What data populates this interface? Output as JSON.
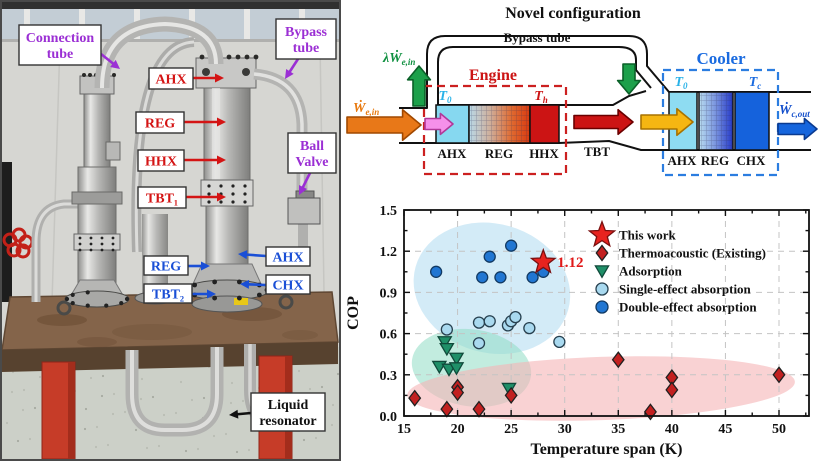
{
  "photo": {
    "caption": "experimental thermoacoustic apparatus",
    "label_colors": {
      "purple": "#9b2fd4",
      "red": "#d41414",
      "blue": "#1a4fd6",
      "black": "#111111"
    },
    "labels": [
      {
        "id": "connection-tube",
        "text": "Connection\ntube",
        "color": "purple"
      },
      {
        "id": "bypass-tube-photo",
        "text": "Bypass\ntube",
        "color": "purple"
      },
      {
        "id": "ahx-engine",
        "text": "AHX",
        "color": "red"
      },
      {
        "id": "reg-engine",
        "text": "REG",
        "color": "red"
      },
      {
        "id": "hhx-engine",
        "text": "HHX",
        "color": "red"
      },
      {
        "id": "tbt-1",
        "text": "TBT₁",
        "color": "red"
      },
      {
        "id": "ball-valve",
        "text": "Ball\nValve",
        "color": "purple"
      },
      {
        "id": "reg-cooler",
        "text": "REG",
        "color": "blue"
      },
      {
        "id": "ahx-cooler",
        "text": "AHX",
        "color": "blue"
      },
      {
        "id": "tbt-2",
        "text": "TBT₂",
        "color": "blue"
      },
      {
        "id": "chx-cooler",
        "text": "CHX",
        "color": "blue"
      },
      {
        "id": "liquid-resonator",
        "text": "Liquid\nresonator",
        "color": "black"
      }
    ]
  },
  "diagram": {
    "title": "Novel configuration",
    "bypass_tube_label": "Bypass tube",
    "tbt_label": "TBT",
    "engine": {
      "label": "Engine",
      "components": [
        "AHX",
        "REG",
        "HHX"
      ],
      "t_ambient": {
        "base": "T",
        "sub": "0"
      },
      "t_hot": {
        "base": "T",
        "sub": "h"
      }
    },
    "cooler": {
      "label": "Cooler",
      "components": [
        "AHX",
        "REG",
        "CHX"
      ],
      "t_ambient": {
        "base": "T",
        "sub": "0"
      },
      "t_cold": {
        "base": "T",
        "sub": "c"
      }
    },
    "work_engine_in": {
      "base": "Ẇ",
      "sub": "e,in"
    },
    "work_bypass": {
      "base": "λẆ",
      "sub": "e,in"
    },
    "work_cooling_out": {
      "base": "Ẇ",
      "sub": "c,out"
    },
    "colors": {
      "engine": "#cc1414",
      "cooler": "#1a6be0",
      "t_ambient": "#29b2e8",
      "t_hot": "#cc1414",
      "t_cold": "#1a6be0",
      "work_in": "#e87a10",
      "work_bypass": "#13994a",
      "work_out": "#1550cc"
    }
  },
  "chart_data": {
    "type": "scatter",
    "title": "",
    "xlabel": "Temperature span (K)",
    "ylabel": "COP",
    "xlim": [
      15,
      52.8
    ],
    "ylim": [
      0,
      1.5
    ],
    "xticks": [
      15,
      20,
      25,
      30,
      35,
      40,
      45,
      50
    ],
    "yticks": [
      0.0,
      0.3,
      0.6,
      0.9,
      1.2,
      1.5
    ],
    "grid": true,
    "legend_position": "upper right",
    "annotation": {
      "text": "1.12",
      "x": 28,
      "y": 1.12,
      "color": "#e01818"
    },
    "series": [
      {
        "name": "This work",
        "marker": "star",
        "color": "#e8231f",
        "edge": "#7a1010",
        "points": [
          [
            28,
            1.12
          ]
        ]
      },
      {
        "name": "Thermoacoustic (Existing)",
        "marker": "diamond",
        "color": "#c22020",
        "edge": "#202020",
        "points": [
          [
            16,
            0.13
          ],
          [
            19,
            0.05
          ],
          [
            20,
            0.21
          ],
          [
            20,
            0.17
          ],
          [
            22,
            0.05
          ],
          [
            25,
            0.15
          ],
          [
            35,
            0.41
          ],
          [
            38,
            0.03
          ],
          [
            40,
            0.28
          ],
          [
            40,
            0.19
          ],
          [
            50,
            0.3
          ]
        ]
      },
      {
        "name": "Adsorption",
        "marker": "triangle-down",
        "color": "#1f8f68",
        "edge": "#10493a",
        "points": [
          [
            18.8,
            0.54
          ],
          [
            19,
            0.49
          ],
          [
            19.9,
            0.42
          ],
          [
            18.3,
            0.36
          ],
          [
            19.2,
            0.34
          ],
          [
            19.9,
            0.35
          ],
          [
            24.8,
            0.2
          ]
        ]
      },
      {
        "name": "Single-effect absorption",
        "marker": "circle",
        "color": "#a9d9ef",
        "edge": "#27404f",
        "points": [
          [
            19,
            0.63
          ],
          [
            22,
            0.68
          ],
          [
            22,
            0.53
          ],
          [
            23,
            0.69
          ],
          [
            24.7,
            0.66
          ],
          [
            25,
            0.69
          ],
          [
            25.4,
            0.72
          ],
          [
            26.7,
            0.64
          ],
          [
            29.5,
            0.54
          ]
        ]
      },
      {
        "name": "Double-effect absorption",
        "marker": "circle",
        "color": "#2176d2",
        "edge": "#123a63",
        "points": [
          [
            18,
            1.05
          ],
          [
            22.3,
            1.01
          ],
          [
            23,
            1.16
          ],
          [
            24,
            1.01
          ],
          [
            25,
            1.24
          ],
          [
            27,
            1.01
          ],
          [
            28,
            1.05
          ]
        ]
      }
    ],
    "regions": [
      {
        "name": "absorption-region",
        "cx": 23.2,
        "cy": 0.93,
        "rx_k": 7.4,
        "ry_cop": 0.47,
        "rotate": 16,
        "color": "#a8d7ef",
        "opacity": 0.5
      },
      {
        "name": "adsorption-region",
        "cx": 21.3,
        "cy": 0.35,
        "rx_k": 5.6,
        "ry_cop": 0.28,
        "rotate": 8,
        "color": "#8fdcc4",
        "opacity": 0.55
      },
      {
        "name": "thermoacoustic-region",
        "cx": 33.4,
        "cy": 0.2,
        "rx_k": 18.1,
        "ry_cop": 0.23,
        "rotate": -2,
        "color": "#f5b4b6",
        "opacity": 0.6
      }
    ]
  }
}
